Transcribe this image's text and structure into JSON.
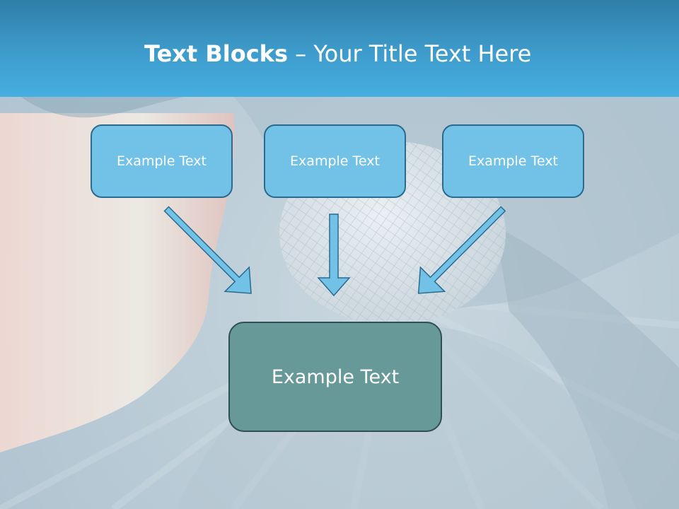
{
  "slide": {
    "title_bold": "Text Blocks",
    "title_dash": " – ",
    "title_rest": "Your Title Text Here"
  },
  "blocks": [
    {
      "label": "Example Text"
    },
    {
      "label": "Example Text"
    },
    {
      "label": "Example Text"
    }
  ],
  "target": {
    "label": "Example Text"
  },
  "colors": {
    "header": "#3e9ccc",
    "block_fill": "#72c2e8",
    "block_border": "#2a6a8e",
    "target_fill": "#669997",
    "arrow_fill": "#72c2e8"
  }
}
